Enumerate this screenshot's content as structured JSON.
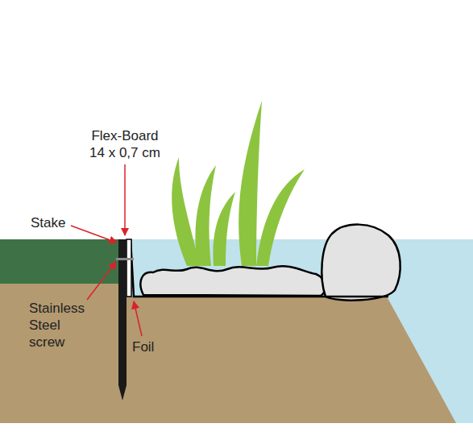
{
  "diagram": {
    "labels": [
      "Flex-Board 14 x 0,7 cm",
      "Stake",
      "Stainless Steel screw",
      "Foil"
    ]
  }
}
